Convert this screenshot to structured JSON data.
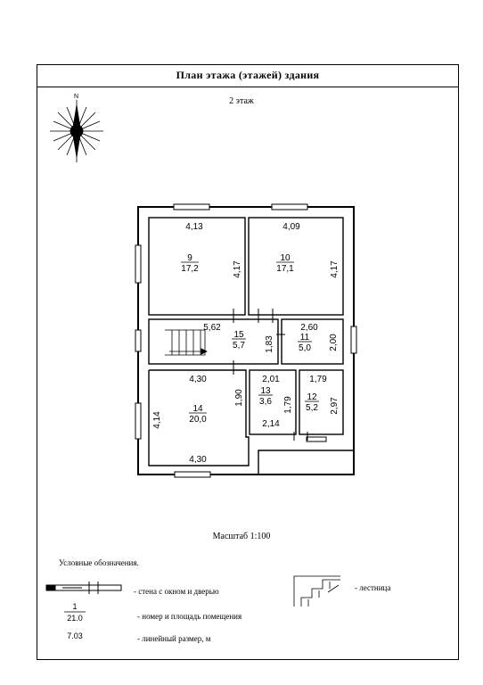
{
  "title": "План этажа (этажей) здания",
  "floor": "2 этаж",
  "compass": {
    "north_letter": "N"
  },
  "scale": "Масштаб 1:100",
  "rooms": [
    {
      "number": "9",
      "area": "17,2"
    },
    {
      "number": "10",
      "area": "17,1"
    },
    {
      "number": "15",
      "area": "5,7"
    },
    {
      "number": "11",
      "area": "5,0"
    },
    {
      "number": "13",
      "area": "3,6"
    },
    {
      "number": "12",
      "area": "5,2"
    },
    {
      "number": "14",
      "area": "20,0"
    }
  ],
  "dimensions": {
    "r9_top": "4,13",
    "r9_right": "4,17",
    "r10_top": "4,09",
    "r10_right": "4,17",
    "hall_top": "5,62",
    "hall_right": "1,83",
    "r11_top": "2,60",
    "r11_right": "2,00",
    "r14_top": "4,30",
    "r14_bottom": "4,30",
    "r14_left": "4,14",
    "r14_right": "1,90",
    "r13_top": "2,01",
    "r13_right": "1,79",
    "r13_bottom": "2,14",
    "r12_top": "1,79",
    "r12_right": "2,97"
  },
  "legend": {
    "heading": "Условные обозначения.",
    "wall_text": "- стена с окном и дверью",
    "stairs_text": "- лестница",
    "room_number": "1",
    "room_area": "21.0",
    "room_text": "- номер и площадь помещения",
    "dim_value": "7.03",
    "dim_text": "- линейный размер, м"
  }
}
